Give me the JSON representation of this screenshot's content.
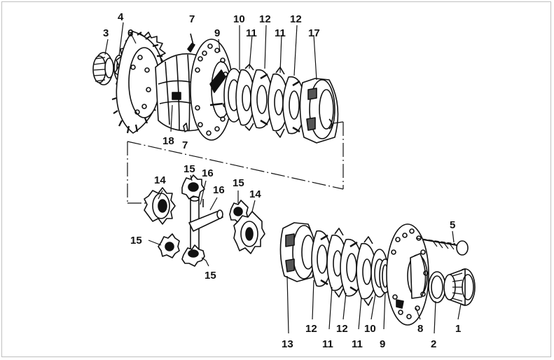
{
  "diagram": {
    "colors": {
      "ink": "#111111",
      "paper": "#ffffff",
      "shade": "#555555",
      "border": "#bfbfbf"
    },
    "labels": [
      {
        "id": "l3",
        "text": "3"
      },
      {
        "id": "l4",
        "text": "4"
      },
      {
        "id": "l6",
        "text": "6"
      },
      {
        "id": "l7a",
        "text": "7"
      },
      {
        "id": "l9a",
        "text": "9"
      },
      {
        "id": "l10a",
        "text": "10"
      },
      {
        "id": "l11a",
        "text": "11"
      },
      {
        "id": "l12a",
        "text": "12"
      },
      {
        "id": "l11b",
        "text": "11"
      },
      {
        "id": "l12b",
        "text": "12"
      },
      {
        "id": "l17",
        "text": "17"
      },
      {
        "id": "l18",
        "text": "18"
      },
      {
        "id": "l7b",
        "text": "7"
      },
      {
        "id": "l14a",
        "text": "14"
      },
      {
        "id": "l15a",
        "text": "15"
      },
      {
        "id": "l16a",
        "text": "16"
      },
      {
        "id": "l16b",
        "text": "16"
      },
      {
        "id": "l15b",
        "text": "15"
      },
      {
        "id": "l14b",
        "text": "14"
      },
      {
        "id": "l15c",
        "text": "15"
      },
      {
        "id": "l15d",
        "text": "15"
      },
      {
        "id": "l5",
        "text": "5"
      },
      {
        "id": "l13",
        "text": "13"
      },
      {
        "id": "l12c",
        "text": "12"
      },
      {
        "id": "l11c",
        "text": "11"
      },
      {
        "id": "l12d",
        "text": "12"
      },
      {
        "id": "l11d",
        "text": "11"
      },
      {
        "id": "l10b",
        "text": "10"
      },
      {
        "id": "l9b",
        "text": "9"
      },
      {
        "id": "l8",
        "text": "8"
      },
      {
        "id": "l2",
        "text": "2"
      },
      {
        "id": "l1",
        "text": "1"
      }
    ]
  }
}
